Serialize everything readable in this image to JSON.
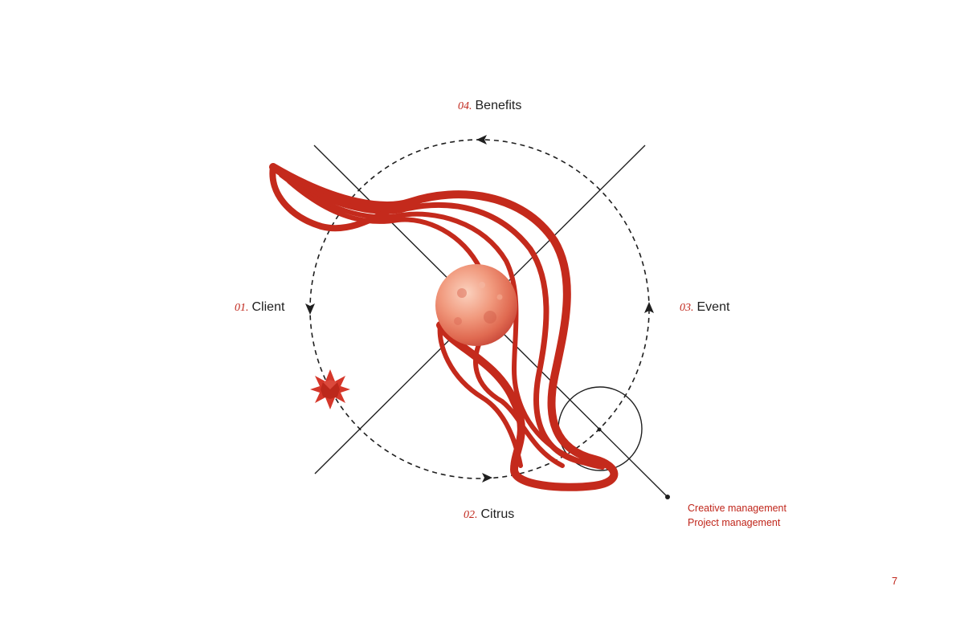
{
  "stages": [
    {
      "number": "01.",
      "name": "Client"
    },
    {
      "number": "02.",
      "name": "Citrus"
    },
    {
      "number": "03.",
      "name": "Event"
    },
    {
      "number": "04.",
      "name": "Benefits"
    }
  ],
  "notes": [
    "Creative management",
    "Project management"
  ],
  "page_number": "7",
  "colors": {
    "accent": "#c0261b",
    "ribbon": "#c42a1c",
    "ink": "#1f1f1f",
    "orb": "#e9826a"
  },
  "icons": [
    "star-icon",
    "orb-icon",
    "arrow-icon"
  ]
}
